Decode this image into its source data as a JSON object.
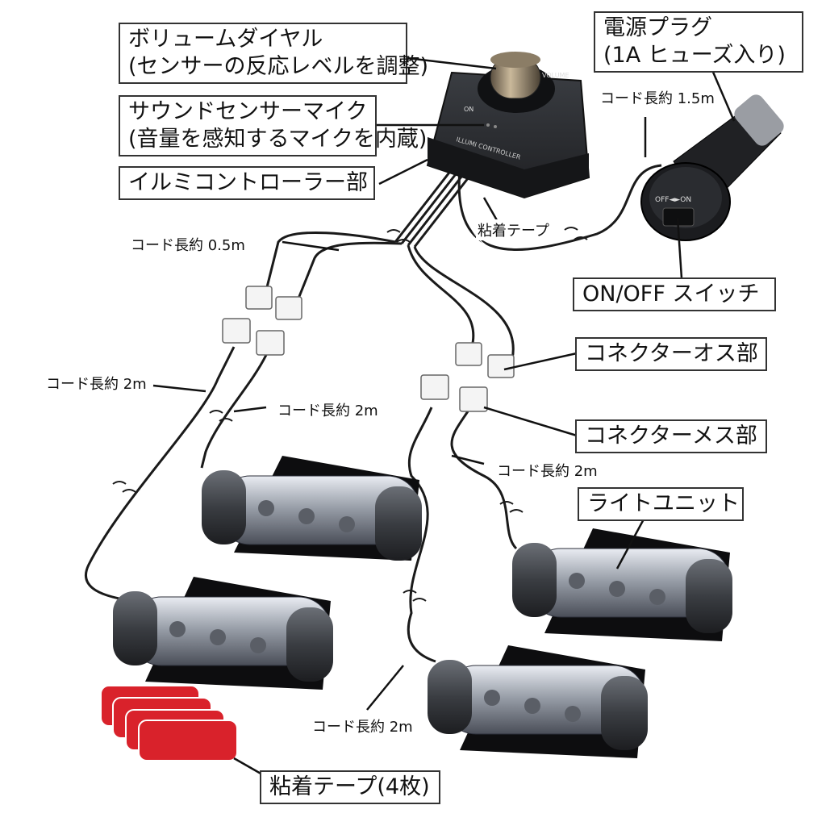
{
  "callouts": {
    "volume_dial": {
      "line1": "ボリュームダイヤル",
      "line2": "(センサーの反応レベルを調整)"
    },
    "sound_sensor": {
      "line1": "サウンドセンサーマイク",
      "line2": "(音量を感知するマイクを内蔵)"
    },
    "controller": {
      "line1": "イルミコントローラー部"
    },
    "power_plug": {
      "line1": "電源プラグ",
      "line2": "(1A ヒューズ入り)"
    },
    "switch": {
      "line1": "ON/OFF スイッチ"
    },
    "connector_male": {
      "line1": "コネクターオス部"
    },
    "connector_female": {
      "line1": "コネクターメス部"
    },
    "light_unit": {
      "line1": "ライトユニット"
    },
    "tape_4": {
      "line1": "粘着テープ(4枚)"
    }
  },
  "notes": {
    "cord_15": "コード長約 1.5m",
    "tape": "粘着テープ",
    "cord_05": "コード長約 0.5m",
    "cord_2a": "コード長約 2m",
    "cord_2b": "コード長約 2m",
    "cord_2c": "コード長約 2m",
    "cord_2d": "コード長約 2m"
  },
  "device_labels": {
    "controller_name": "ILLUMI CONTROLLER",
    "volume": "VOLUME",
    "on": "ON",
    "plug_switch": "OFF◄►ON"
  },
  "colors": {
    "cable": "#1a1a1a",
    "body": "#2b2d30",
    "tape": "#d9222b"
  }
}
